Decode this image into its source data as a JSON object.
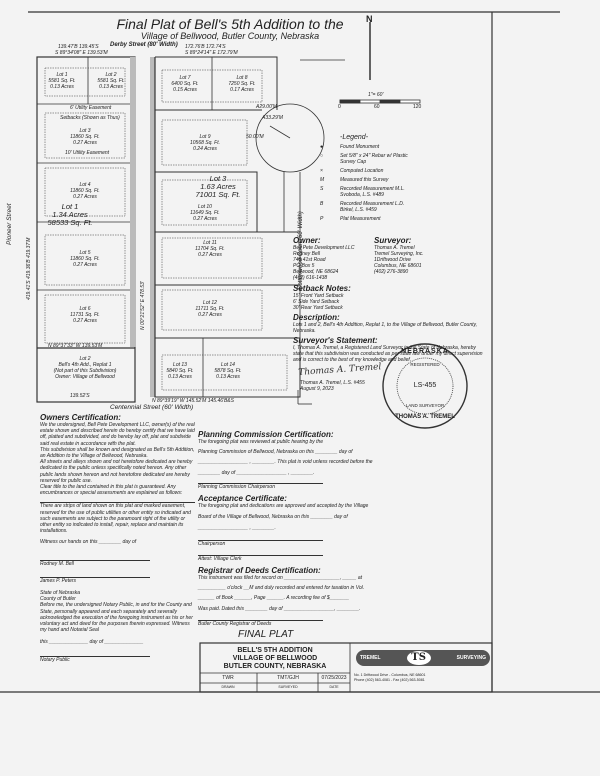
{
  "title": {
    "line1": "Final Plat of Bell's 5th Addition to the",
    "line2": "Village of Bellwood, Butler County, Nebraska"
  },
  "streets": {
    "north": "Derby Street (80' Width)",
    "south": "Centennial Street (60' Width)",
    "west": "Pioneer Street",
    "east": "Cottonwood Court (60' Width)"
  },
  "north_arrow": "N",
  "scale": {
    "ratio": "1\"= 60'",
    "ticks": [
      "0",
      "60",
      "120"
    ]
  },
  "plat_dims": {
    "nw1": "139.47'B  139.45'S",
    "nw2": "S 89°34'08\" E  139.53'M",
    "ne1": "172.76'B  172.74'S",
    "ne2": "S 89°24'14\" E  172.79'M",
    "w_bottom": "N 89°37'33\" W  139.53'M",
    "e_bottom": "N 89°39'19\" W  145.52'M  145.46'B&S",
    "lot2_bottom": "139.52'S",
    "w_side": "419.41'S  419.36'B  419.37'M",
    "e_side": "N 00°21'52\" E  478.53'",
    "curve1": "A29.00'M",
    "curve2": "A33.29'M",
    "radius": "50.00'M"
  },
  "lots": [
    {
      "label": "Lot 1",
      "area": "5581 Sq. Ft.",
      "acres": "0.13 Acres"
    },
    {
      "label": "Lot 2",
      "area": "5581 Sq. Ft.",
      "acres": "0.13 Acres"
    },
    {
      "label": "Lot 3",
      "area": "11860 Sq. Ft.",
      "acres": "0.27 Acres"
    },
    {
      "label": "Lot 4",
      "area": "11860 Sq. Ft.",
      "acres": "0.27 Acres"
    },
    {
      "label": "Lot 5",
      "area": "11860 Sq. Ft.",
      "acres": "0.27 Acres"
    },
    {
      "label": "Lot 6",
      "area": "11731 Sq. Ft.",
      "acres": "0.27 Acres"
    },
    {
      "label": "Lot 7",
      "area": "6400 Sq. Ft.",
      "acres": "0.15 Acres"
    },
    {
      "label": "Lot 8",
      "area": "7250 Sq. Ft.",
      "acres": "0.17 Acres"
    },
    {
      "label": "Lot 9",
      "area": "10568 Sq. Ft.",
      "acres": "0.24 Acres"
    },
    {
      "label": "Lot 10",
      "area": "11649 Sq. Ft.",
      "acres": "0.27 Acres"
    },
    {
      "label": "Lot 11",
      "area": "11704 Sq. Ft.",
      "acres": "0.27 Acres"
    },
    {
      "label": "Lot 12",
      "area": "11711 Sq. Ft.",
      "acres": "0.27 Acres"
    },
    {
      "label": "Lot 13",
      "area": "5840 Sq. Ft.",
      "acres": "0.13 Acres"
    },
    {
      "label": "Lot 14",
      "area": "5878 Sq. Ft.",
      "acres": "0.13 Acres"
    }
  ],
  "big_lots": [
    {
      "label": "Lot 1",
      "acres": "1.34 Acres",
      "area": "58533 Sq. Ft."
    },
    {
      "label": "Lot 3",
      "acres": "1.63 Acres",
      "area": "71001 Sq. Ft."
    }
  ],
  "lot2_existing": {
    "l1": "Lot 2",
    "l2": "Bell's 4th Add., Replat 1",
    "l3": "(Not part of this Subdivision)",
    "l4": "Owner: Village of Bellwood"
  },
  "easements": {
    "six": "6' Utility Easement",
    "ten": "10' Utility Easement",
    "setbacks": "Setbacks (Shown as Thus)"
  },
  "legend": {
    "title": "-Legend-",
    "items": [
      {
        "symbol": "●",
        "text": "Found Monument"
      },
      {
        "symbol": "○",
        "text": "Set 5/8\" x 24\" Rebar w/ Plastic Survey Cap"
      },
      {
        "symbol": "×",
        "text": "Computed Location"
      },
      {
        "symbol": "M",
        "text": "Measured this Survey"
      },
      {
        "symbol": "S",
        "text": "Recorded Measurement M.L. Svoboda, L.S. #489"
      },
      {
        "symbol": "B",
        "text": "Recorded Measurement L.D. Birkel, L.S. #459"
      },
      {
        "symbol": "P",
        "text": "Plat Measurement"
      }
    ]
  },
  "owner": {
    "heading": "Owner:",
    "lines": [
      "Bell Pete Development LLC",
      "Rodney Bell",
      "740 41st Road",
      "PO Box 5",
      "Bellwood, NE 68624",
      "(402) 616-1438"
    ]
  },
  "surveyor": {
    "heading": "Surveyor:",
    "lines": [
      "Thomas A. Tremel",
      "Tremel Surveying, Inc.",
      "1Driftwood Drive",
      "Columbus, NE 68601",
      "(402) 276-3890"
    ]
  },
  "setback_notes": {
    "heading": "Setback Notes:",
    "lines": [
      "15' Front Yard Setback",
      "6' Side Yard Setback",
      "30' Rear Yard Setback"
    ]
  },
  "description": {
    "heading": "Description:",
    "text": "Lots 1 and 2, Bell's 4th Addition, Replat 1, to the Village of Bellwood, Butler County, Nebraska."
  },
  "surveyor_statement": {
    "heading": "Surveyor's Statement:",
    "text": "I, Thomas A. Tremel, a Registered Land Surveyor in the State of Nebraska, hereby state that this subdivision was conducted as per state law under my direct supervision and is correct to the best of my knowledge and belief.",
    "signer": "Thomas A. Tremel, L.S. #455",
    "date": "August 9, 2023",
    "signature": "Thomas A. Tremel"
  },
  "seal": {
    "state": "NEBRASKA",
    "registered": "REGISTERED",
    "number": "LS-455",
    "land_surveyor": "LAND SURVEYOR",
    "name": "THOMAS A. TREMEL"
  },
  "owners_cert": {
    "heading": "Owners Certification:",
    "p1": "We the undersigned, Bell Pete Development LLC, owner(s) of the real estate shown and described herein do hereby certify that we have laid off, platted and subdivided, and do hereby lay off, plat and subdivide said real estate in accordance with the plat.",
    "p2": "This subdivision shall be known and designated as Bell's 5th Addition, an Addition to the Village of Bellwood, Nebraska.",
    "p3": "All streets and alleys shown and not heretofore dedicated are hereby dedicated to the public unless specifically noted hereon. Any other public lands shown hereon and not heretofore dedicated are hereby reserved for public use.",
    "p4": "Clear title to the land contained in this plat is guaranteed. Any encumbrances or special assessments are explained as follows:",
    "p5": "There are strips of land shown on this plat and marked easement, reserved for the use of public utilities or other entity so indicated and such easements are subject to the paramount right of the utility or other entity so indicated to install, repair, replace and maintain its installations.",
    "witness": "Witness our hands on this ________ day of",
    "sig1": "Rodney M. Bell",
    "sig2": "James P. Peters",
    "state": "State of Nebraska",
    "county": "County of Butler",
    "notary": "Before me, the undersigned Notary Public, in and for the County and State, personally appeared and each separately and severally acknowledged the execution of the foregoing instrument as his or her voluntary act and deed for the purposes therein expressed. Witness my hand and Notarial Seal",
    "this": "this",
    "day_of": "day of",
    "notary_label": "Notary Public"
  },
  "planning": {
    "heading": "Planning Commission Certification:",
    "l1": "The foregoing plat was reviewed at public hearing by the",
    "l2": "Planning Commission of Bellwood, Nebraska on this ________ day of",
    "l3": "This plat is void unless recorded before the",
    "l4": "day of",
    "sig": "Planning Commission Chairperson"
  },
  "acceptance": {
    "heading": "Acceptance Certificate:",
    "l1": "The foregoing plat and dedications are approved and accepted by the Village",
    "l2": "Board of the Village of Bellwood, Nebraska on this ________ day of",
    "sig1": "Chairperson",
    "sig2": "Attest: Village Clerk"
  },
  "deeds": {
    "heading": "Registrar of Deeds Certification:",
    "l1": "This instrument was filed for record on ____________________, _____ at",
    "l2": "__________ o'clock __M and duly recorded and entered for taxation in Vol.",
    "l3": "______ of Book ______, Page ______. A recording fee of $_______",
    "l4": "Was paid. Dated this ________ day of __________________, ________.",
    "sig": "Butler County Registrar of Deeds"
  },
  "title_block": {
    "heading": "FINAL PLAT",
    "l1": "BELL'S 5TH ADDITION",
    "l2": "VILLAGE OF BELLWOOD",
    "l3": "BUTLER COUNTY, NEBRASKA",
    "cells": [
      "TWR",
      "TMT/GJH",
      "07/25/2023"
    ],
    "cell_labels": [
      "DRAWN",
      "SURVEYED",
      "DATE"
    ],
    "company_left": "TREMEL",
    "company_logo": "TS",
    "company_right": "SURVEYING",
    "address": "No. 1 Driftwood Drive - Columbus, NE 68601",
    "phone": "Phone (402) 563-4081 - Fax (402) 563-5081"
  }
}
